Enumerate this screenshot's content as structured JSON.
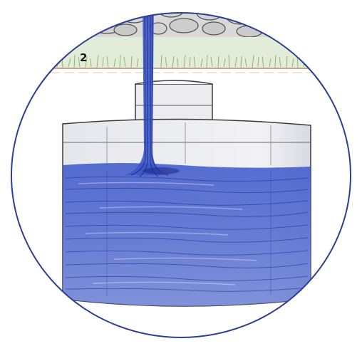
{
  "panel": {
    "number": "2"
  },
  "palette": {
    "frame": "#2e3f93",
    "water": "#3c56c8",
    "water_dark": "#1e2f8e",
    "grass": "#9fc08a",
    "stone": "#6f6f6f",
    "soil": "#d8b99e",
    "tank_fill": "#eeeff3",
    "tank_line": "#4a4a4a"
  },
  "icons": {
    "frame": "circular-frame",
    "stones": "stone-wall",
    "grass": "grass-strip",
    "tank": "cistern-tank",
    "stream": "water-stream",
    "water": "stored-water"
  }
}
